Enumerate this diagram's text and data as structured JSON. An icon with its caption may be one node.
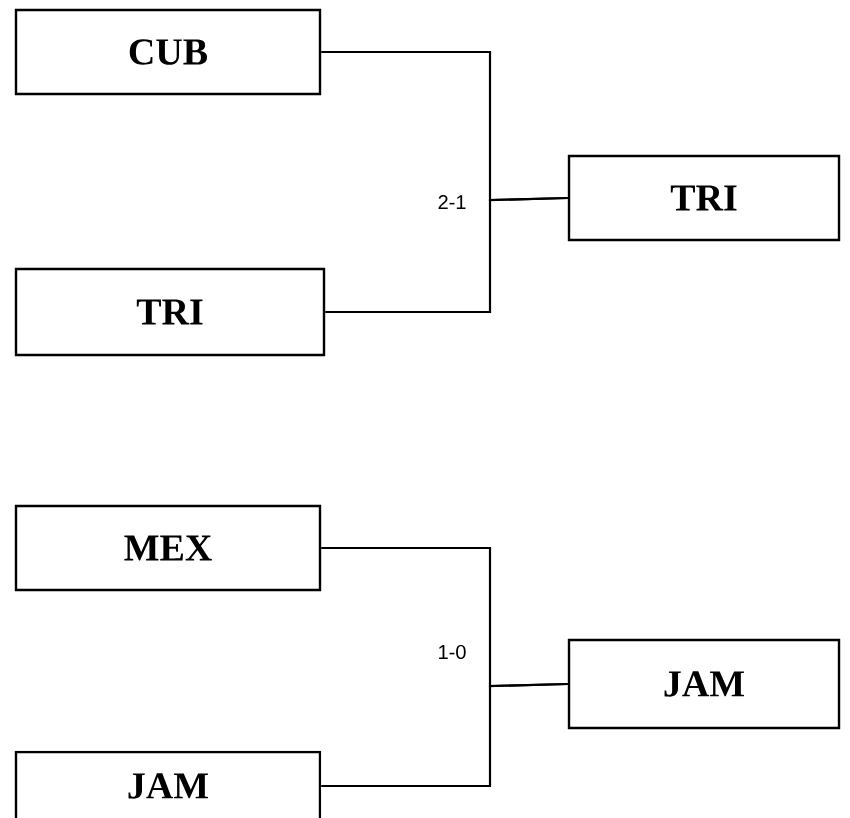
{
  "diagram": {
    "nodes": [
      {
        "text": [
          "CUB"
        ]
      },
      {
        "text": [
          "TRI"
        ]
      },
      {
        "text": [
          "TRI"
        ]
      },
      {
        "text": [
          "MEX"
        ]
      },
      {
        "text": [
          "JAM"
        ]
      },
      {
        "text": [
          "JAM"
        ]
      }
    ],
    "edges": [
      {
        "from": 0,
        "to": 2,
        "arrow": "none"
      },
      {
        "from": 1,
        "to": 2,
        "arrow": "none"
      },
      {
        "from": 3,
        "to": 5,
        "arrow": "none"
      },
      {
        "from": 4,
        "to": 5,
        "arrow": "none"
      }
    ],
    "labels": [
      "2-1",
      "1-0"
    ]
  }
}
